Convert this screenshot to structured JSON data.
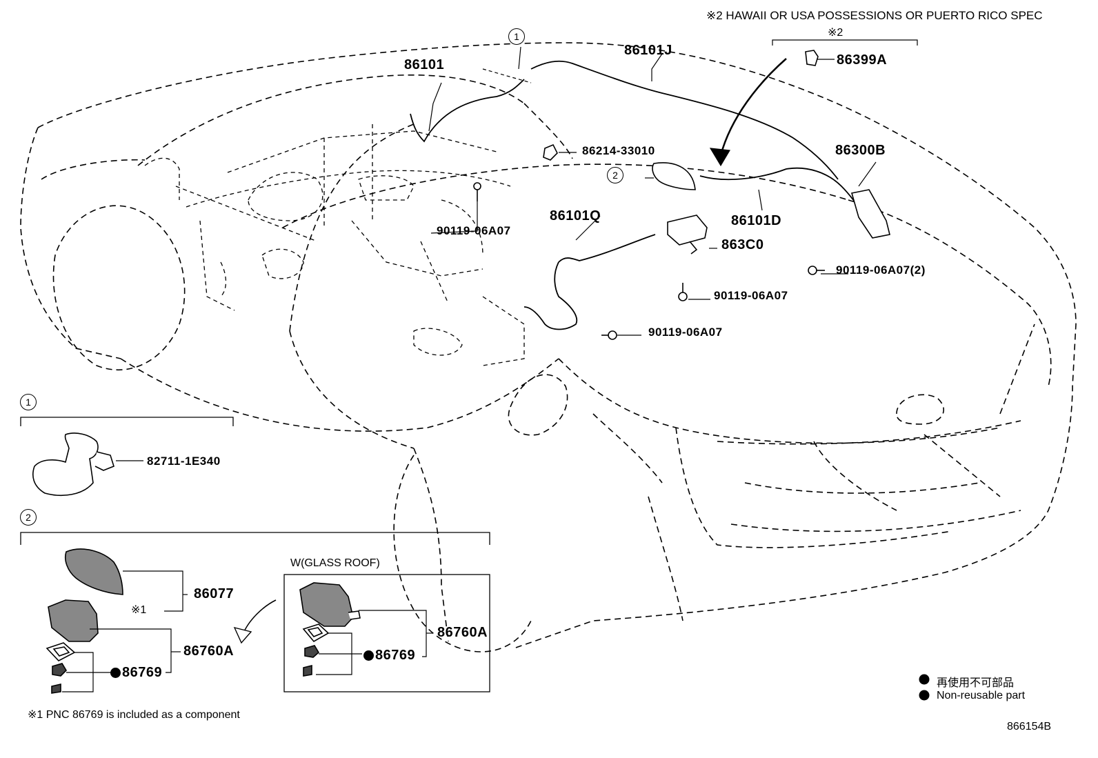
{
  "header_note": "※2 HAWAII OR USA POSSESSIONS OR PUERTO RICO SPEC",
  "note_2_marker": "※2",
  "parts": {
    "p86101": "86101",
    "p86101J": "86101J",
    "p86399A": "86399A",
    "p86214": "86214-33010",
    "p86300B": "86300B",
    "p86101D": "86101D",
    "p86101Q": "86101Q",
    "p863C0": "863C0",
    "bolt_a": "90119-06A07",
    "bolt_b": "90119-06A07(2)",
    "bolt_c": "90119-06A07",
    "bolt_d": "90119-06A07",
    "p82711": "82711-1E340",
    "p86077": "86077",
    "p86760A_1": "86760A",
    "p86769_1": "86769",
    "p86760A_2": "86760A",
    "p86769_2": "86769"
  },
  "callouts": {
    "c1_top": "1",
    "c2_roof": "2",
    "c1_box": "1",
    "c2_box": "2"
  },
  "note_1_marker": "※1",
  "glass_roof_label": "W(GLASS ROOF)",
  "footnote": "※1 PNC 86769 is included as a component",
  "legend": {
    "jp": "再使用不可部品",
    "en": "Non-reusable part"
  },
  "diagram_id": "866154B"
}
